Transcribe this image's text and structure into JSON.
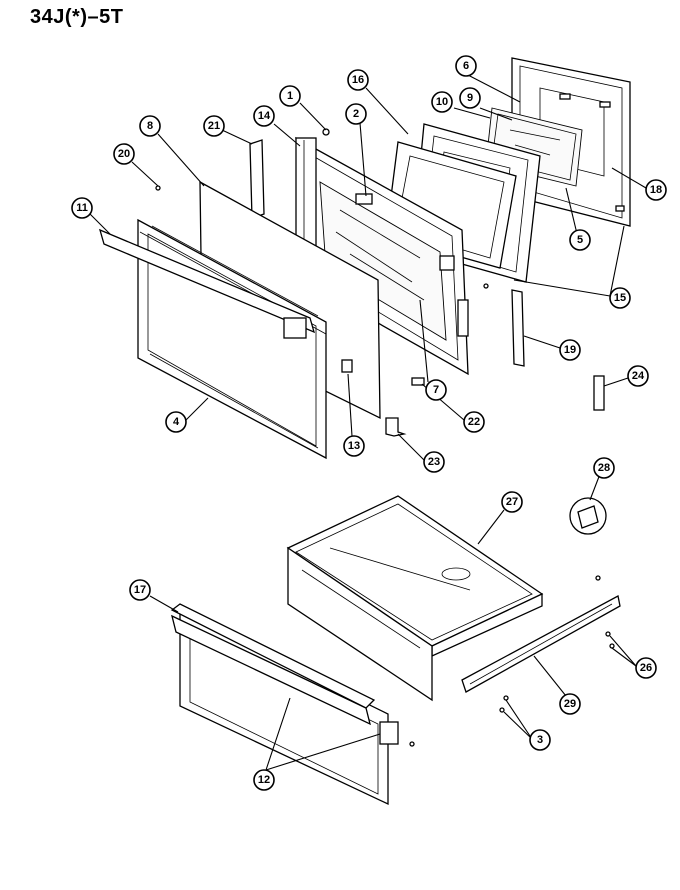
{
  "model_code": "34J(*)–5T",
  "callouts": [
    {
      "num": "1"
    },
    {
      "num": "2"
    },
    {
      "num": "3"
    },
    {
      "num": "4"
    },
    {
      "num": "5"
    },
    {
      "num": "6"
    },
    {
      "num": "7"
    },
    {
      "num": "8"
    },
    {
      "num": "9"
    },
    {
      "num": "10"
    },
    {
      "num": "11"
    },
    {
      "num": "12"
    },
    {
      "num": "13"
    },
    {
      "num": "14"
    },
    {
      "num": "15"
    },
    {
      "num": "16"
    },
    {
      "num": "17"
    },
    {
      "num": "18"
    },
    {
      "num": "19"
    },
    {
      "num": "20"
    },
    {
      "num": "21"
    },
    {
      "num": "22"
    },
    {
      "num": "23"
    },
    {
      "num": "24"
    },
    {
      "num": "26"
    },
    {
      "num": "27"
    },
    {
      "num": "28"
    },
    {
      "num": "29"
    }
  ]
}
